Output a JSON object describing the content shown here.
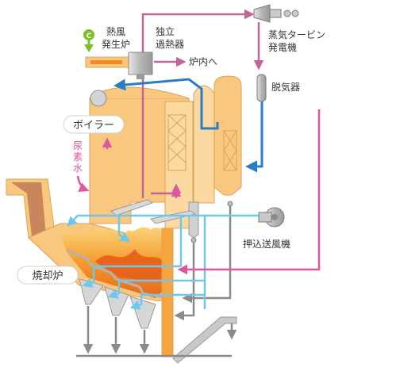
{
  "labels": {
    "hot_air_generator": [
      "熱風",
      "発生炉"
    ],
    "superheater": [
      "独立",
      "過熱器"
    ],
    "to_furnace": "炉内へ",
    "turbine": [
      "蒸気タービン",
      "発電機"
    ],
    "deaerator": "脱気器",
    "boiler": "ボイラー",
    "urea": [
      "尿",
      "素",
      "水"
    ],
    "fan": "押込送風機",
    "incinerator": "焼却炉"
  },
  "colors": {
    "steam_line": "#c0649a",
    "air_line": "#6ec8ee",
    "water_line": "#2a7cc8",
    "ash_line": "#8a8a8a",
    "boiler_body": "#f9c87e",
    "boiler_light": "#fbd9a0",
    "flame": "#f07a1a",
    "equipment": "#c9c9c9"
  },
  "icons": [
    "flame-icon",
    "fan-icon",
    "turbine-icon"
  ]
}
